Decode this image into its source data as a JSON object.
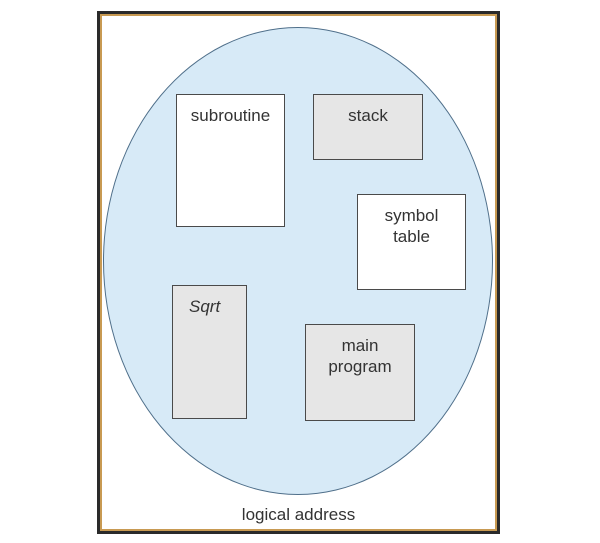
{
  "diagram": {
    "caption": "logical address",
    "colors": {
      "space_fill": "#d7eaf7",
      "white_segment": "#ffffff",
      "gray_segment": "#e6e6e6",
      "frame_outer": "#2a2a2a",
      "frame_inner": "#c89a52"
    },
    "segments": [
      {
        "id": "subroutine",
        "label": "subroutine",
        "fill": "#ffffff"
      },
      {
        "id": "stack",
        "label": "stack",
        "fill": "#e6e6e6"
      },
      {
        "id": "symbol-table",
        "label": "symbol\ntable",
        "fill": "#ffffff"
      },
      {
        "id": "sqrt",
        "label": "Sqrt",
        "fill": "#e6e6e6",
        "italic": true
      },
      {
        "id": "main-program",
        "label": "main\nprogram",
        "fill": "#e6e6e6"
      }
    ]
  }
}
